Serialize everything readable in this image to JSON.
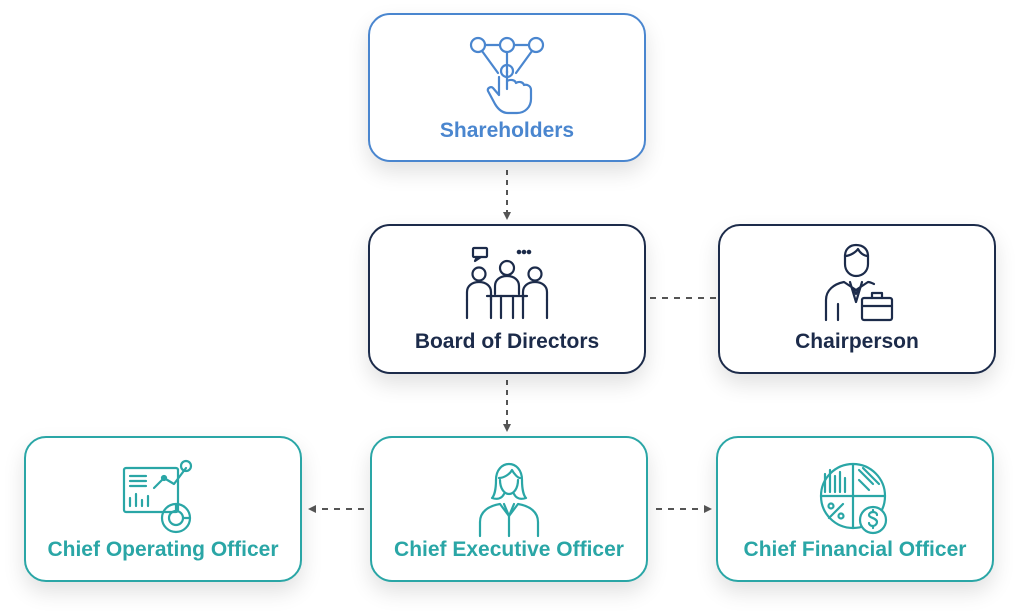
{
  "colors": {
    "blue": "#4a86cf",
    "navy": "#1c2b4a",
    "teal": "#2aa6a6",
    "connector": "#555555"
  },
  "nodes": {
    "shareholders": {
      "label": "Shareholders",
      "icon": "touch-network-icon"
    },
    "board": {
      "label": "Board of Directors",
      "icon": "meeting-table-icon"
    },
    "chairperson": {
      "label": "Chairperson",
      "icon": "businessman-briefcase-icon"
    },
    "coo": {
      "label": "Chief Operating Officer",
      "icon": "analytics-dashboard-icon"
    },
    "ceo": {
      "label": "Chief Executive Officer",
      "icon": "businesswoman-icon"
    },
    "cfo": {
      "label": "Chief Financial Officer",
      "icon": "finance-pie-chart-icon"
    }
  }
}
